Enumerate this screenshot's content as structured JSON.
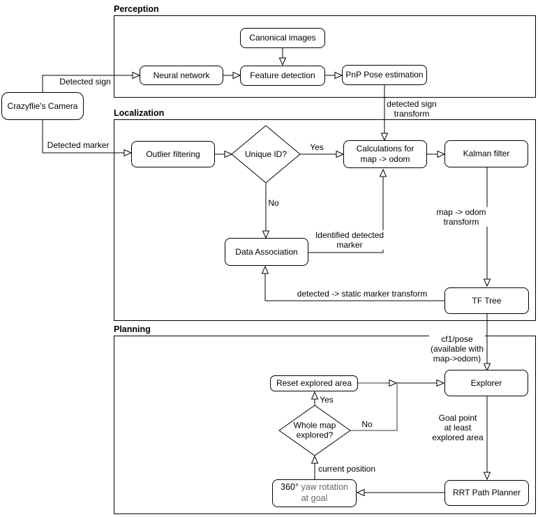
{
  "sections": {
    "perception": {
      "label": "Perception"
    },
    "localization": {
      "label": "Localization"
    },
    "planning": {
      "label": "Planning"
    }
  },
  "nodes": {
    "camera": {
      "label": "Crazyflie's Camera"
    },
    "neural_network": {
      "label": "Neural network"
    },
    "canonical_images": {
      "label": "Canonical images"
    },
    "feature_detection": {
      "label": "Feature detection"
    },
    "pnp_pose": {
      "label": "PnP Pose estimation"
    },
    "outlier_filtering": {
      "label": "Outlier filtering"
    },
    "unique_id": {
      "label": "Unique ID?"
    },
    "calculations": {
      "line1": "Calculations for",
      "line2": "map -> odom"
    },
    "kalman": {
      "label": "Kalman filter"
    },
    "data_association": {
      "label": "Data Association"
    },
    "tf_tree": {
      "label": "TF Tree"
    },
    "reset_area": {
      "label": "Reset explored area"
    },
    "whole_map": {
      "line1": "Whole map",
      "line2": "explored?"
    },
    "explorer": {
      "label": "Explorer"
    },
    "rrt": {
      "label": "RRT Path Planner"
    },
    "yaw": {
      "degrees": "360°",
      "rest": " yaw rotation",
      "line2": "at goal"
    }
  },
  "edge_labels": {
    "detected_sign": "Detected sign",
    "detected_marker": "Detected marker",
    "detected_sign_transform_1": "detected sign",
    "detected_sign_transform_2": "transform",
    "yes_unique": "Yes",
    "no_unique": "No",
    "identified_1": "Identified detected",
    "identified_2": "marker",
    "map_odom_1": "map -> odom",
    "map_odom_2": "transform",
    "static_marker": "detected -> static marker transform",
    "cf1_1": "cf1/pose",
    "cf1_2": "(available with",
    "cf1_3": "map->odom)",
    "yes_map": "Yes",
    "no_map": "No",
    "current_position": "current position",
    "goal_1": "Goal point",
    "goal_2": "at least",
    "goal_3": "explored area"
  },
  "colors": {
    "stroke": "#000000",
    "gray_edge": "#999999",
    "gray_text": "#666666",
    "background": "#ffffff"
  }
}
